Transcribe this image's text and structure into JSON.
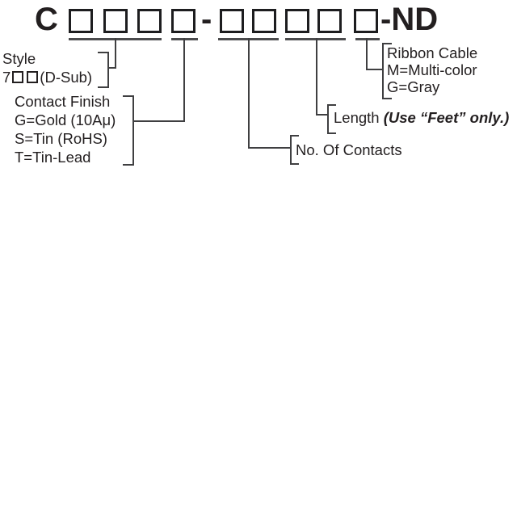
{
  "part_number": {
    "prefix": "C",
    "separator": "-",
    "suffix": "-ND",
    "group1_box_count": 4,
    "group2_box_count": 5
  },
  "callouts": {
    "style": {
      "title": "Style",
      "value_prefix": "7",
      "value_suffix": "(D-Sub)"
    },
    "contact_finish": {
      "title": "Contact Finish",
      "options": [
        "G=Gold (10Aμ)",
        "S=Tin (RoHS)",
        "T=Tin-Lead"
      ]
    },
    "contacts": {
      "title": "No. Of Contacts"
    },
    "length": {
      "title": "Length",
      "note": "(Use “Feet” only.)"
    },
    "ribbon_cable": {
      "title": "Ribbon Cable",
      "options": [
        "M=Multi-color",
        "G=Gray"
      ]
    }
  },
  "colors": {
    "text": "#231f20",
    "line": "#3f3f41",
    "underline": "#4b4b4d",
    "box_border": "#1d1d1f",
    "background": "#ffffff"
  }
}
